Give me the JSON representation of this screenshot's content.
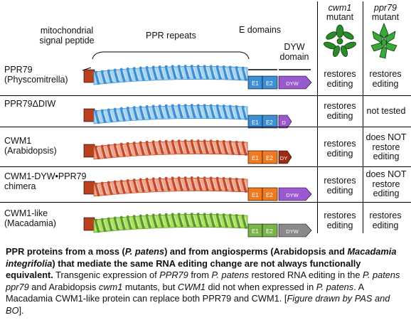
{
  "top_labels": {
    "mito": [
      "mitochondrial",
      "signal peptide"
    ],
    "ppr": "PPR repeats",
    "e_domains": "E domains",
    "dyw": [
      "DYW",
      "domain"
    ]
  },
  "columns": {
    "cwm1": {
      "italic": "cwm1",
      "rest": "mutant"
    },
    "ppr79": {
      "italic": "ppr79",
      "rest": "mutant"
    }
  },
  "rows": [
    {
      "name": [
        "PPR79",
        "(Physcomitrella)"
      ],
      "cwm1": [
        "restores",
        "editing"
      ],
      "ppr79": [
        "restores",
        "editing"
      ],
      "domain_labels": [
        "E1",
        "E2",
        "DYW"
      ]
    },
    {
      "name": [
        "PPR79ΔDIW"
      ],
      "cwm1": [
        "restores",
        "editing"
      ],
      "ppr79": [
        "not tested"
      ],
      "domain_labels": [
        "E1",
        "E2",
        "D"
      ]
    },
    {
      "name": [
        "CWM1",
        "(Arabidopsis)"
      ],
      "cwm1": [
        "restores",
        "editing"
      ],
      "ppr79": [
        "does NOT",
        "restore",
        "editing"
      ],
      "domain_labels": [
        "E1",
        "E2",
        "DY"
      ]
    },
    {
      "name": [
        "CWM1-DYW•PPR79",
        "chimera"
      ],
      "cwm1": [
        "restores",
        "editing"
      ],
      "ppr79": [
        "does NOT",
        "restore",
        "editing"
      ],
      "domain_labels": [
        "E1",
        "E2",
        "DYW"
      ]
    },
    {
      "name": [
        "CWM1-like",
        "(Macadamia)"
      ],
      "cwm1": [
        "restores",
        "editing"
      ],
      "ppr79": [
        "restores",
        "editing"
      ],
      "domain_labels": [
        "E1",
        "E2",
        "DYW"
      ]
    }
  ],
  "colors": {
    "blue_light": "#a8d4ee",
    "blue_dark": "#3d8fd6",
    "signal": "#b8401c",
    "salmon": "#f0a58f",
    "orange": "#f07a22",
    "dyw_purple": "#9b59d0",
    "dyw_brown": "#9a2a12",
    "green_light": "#b0e060",
    "green_dark": "#7ab34a",
    "gray": "#8a8a8a",
    "stripe": "#ffffff"
  },
  "caption": {
    "bold1": "PPR proteins from a moss (",
    "bold_italic1": "P. patens",
    "bold2": ") and from angiosperms (Arabidopsis and ",
    "bold_italic2": "Macadamia integrifolia",
    "bold3": ") that mediate the same RNA editing change are not always functionally equivalent.",
    "t1": " Transgenic expression of ",
    "i1": "PPR79",
    "t2": " from ",
    "i2": "P. patens",
    "t3": " restored RNA editing in the ",
    "i3": "P. patens ppr79",
    "t4": " and Arabidopsis ",
    "i4": "cwm1",
    "t5": " mutants, but ",
    "i5": "CWM1",
    "t6": " did not when expressed in ",
    "i6": "P. patens",
    "t7": ". A Macadamia CWM1-like protein can replace both PPR79 and CWM1. [",
    "i7": "Figure drawn by PAS and BO",
    "t8": "]."
  }
}
